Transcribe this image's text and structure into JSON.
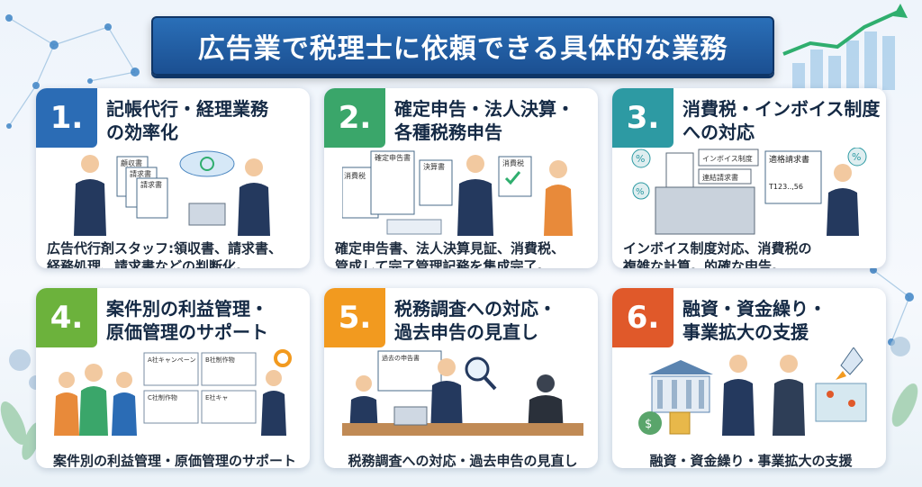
{
  "header": {
    "title": "広告業で税理士に依頼できる具体的な業務"
  },
  "colors": {
    "banner": "#1f5ea6",
    "blue": "#2b6cb5",
    "green": "#3aa66a",
    "teal": "#2d9aa3",
    "lime": "#6cb23c",
    "orange": "#f29a1f",
    "red": "#e0592a"
  },
  "cards": [
    {
      "number": "1.",
      "title_lines": [
        "記帳代行・経理業務",
        "の効率化"
      ],
      "desc_lines": [
        "広告代行剤スタッフ:領収書、請求書、",
        "経務処理、請求書などの判断化。"
      ],
      "labels": [
        "顧収書",
        "請求書",
        "請求書"
      ]
    },
    {
      "number": "2.",
      "title_lines": [
        "確定申告・法人決算・",
        "各種税務申告"
      ],
      "desc_lines": [
        "確定申告書、法人決算見証、消費税、",
        "管成して完了管理記務を集成完了。"
      ],
      "labels": [
        "確定申告書",
        "決算書",
        "消費税",
        "消費税"
      ]
    },
    {
      "number": "3.",
      "title_lines": [
        "消費税・インボイス制度",
        "への対応"
      ],
      "desc_lines": [
        "インボイス制度対応、消費税の",
        "複雑な計算。的確な申告。"
      ],
      "labels": [
        "インボイス制度",
        "適格請求書",
        "T123..,56",
        "連結請求書"
      ]
    },
    {
      "number": "4.",
      "title_lines": [
        "案件別の利益管理・",
        "原価管理のサポート"
      ],
      "desc_lines": [
        "案件別の利益管理・原価管理のサポート"
      ],
      "labels": [
        "A社キャンペーン",
        "B社制作物",
        "C社制作物",
        "E社キャ"
      ]
    },
    {
      "number": "5.",
      "title_lines": [
        "税務調査への対応・",
        "過去申告の見直し"
      ],
      "desc_lines": [
        "税務調査への対応・過去申告の見直し"
      ],
      "labels": [
        "過去の申告書"
      ]
    },
    {
      "number": "6.",
      "title_lines": [
        "融資・資金繰り・",
        "事業拡大の支援"
      ],
      "desc_lines": [
        "融資・資金繰り・事業拡大の支援"
      ],
      "labels": []
    }
  ]
}
